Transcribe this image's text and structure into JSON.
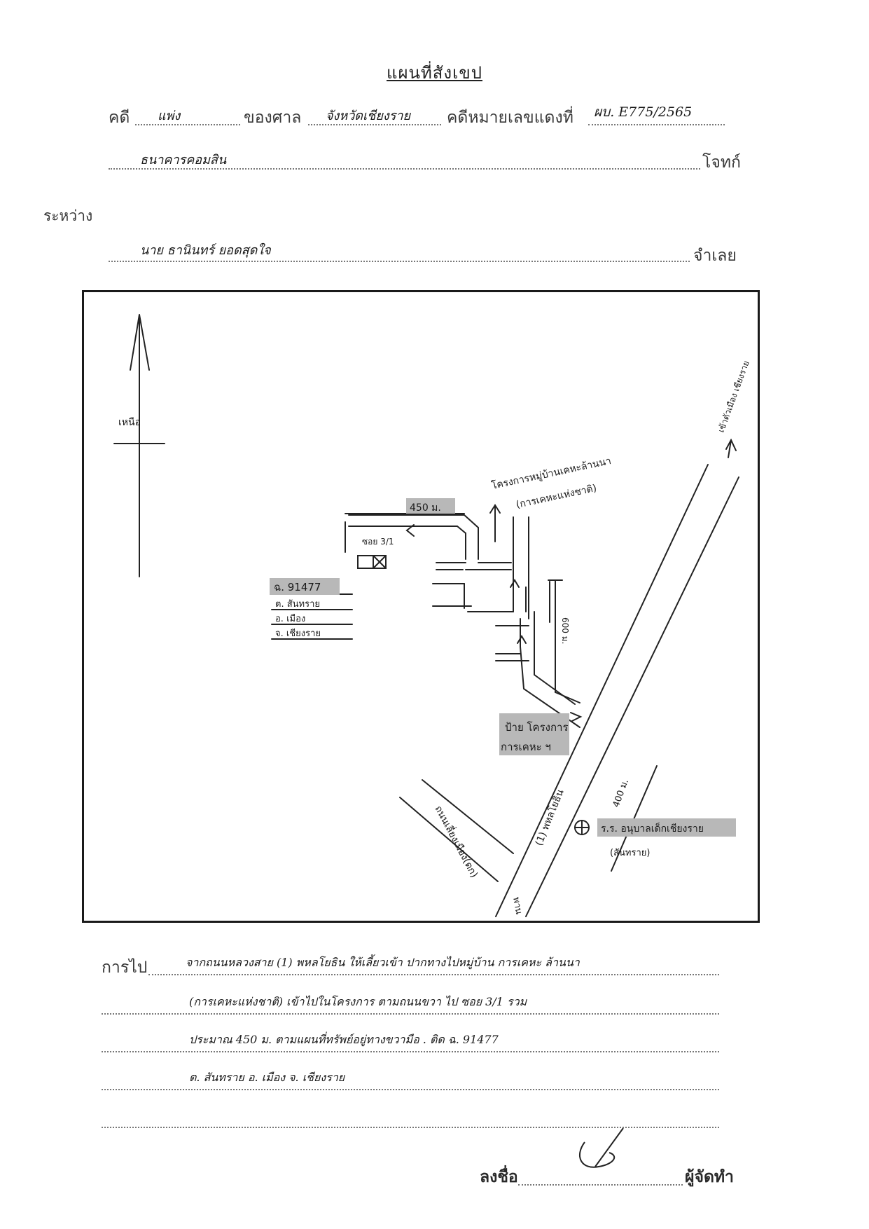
{
  "doc": {
    "title": "แผนที่สังเขป",
    "case_label": "คดี",
    "case_type": "แพ่ง",
    "court_label": "ของศาล",
    "court_name": "จังหวัดเชียงราย",
    "red_case_label": "คดีหมายเลขแดงที่",
    "red_case_number": "ผบ. E775/2565",
    "plaintiff_name": "ธนาคารคอมสิน",
    "plaintiff_label": "โจทก์",
    "between_label": "ระหว่าง",
    "defendant_name": "นาย ธานินทร์ ยอดสุดใจ",
    "defendant_label": "จำเลย"
  },
  "map": {
    "north_label": "เหนือ",
    "to_city_label": "เข้าตัวเมือง เชียงราย",
    "project_label": "โครงการหมู่บ้านเคหะล้านนา",
    "project_sub": "(การเคหะแห่งชาติ)",
    "distance_450": "450 ม.",
    "soi_label": "ซอย 3/1",
    "deed_label": "ฉ. 91477",
    "tambon_label": "ต. สันทราย",
    "amphoe_label": "อ. เมือง",
    "province_label": "จ. เชียงราย",
    "distance_600": "600 ม.",
    "sign_label_1": "ป้าย โครงการ",
    "sign_label_2": "การเคหะ ฯ",
    "distance_400": "400 ม.",
    "school_label": "ร.ร. อนุบาลเด็กเชียงราย",
    "school_sub": "(สันทราย)",
    "road_side_label": "ถนนเลี่ยงเมือง(ตก)",
    "main_road_label": "(1) พหลโยธิน",
    "to_pan_label": "พาน"
  },
  "directions": {
    "label": "การไป",
    "lines": [
      "จากถนนหลวงสาย (1) พหลโยธิน ให้เลี้ยวเข้า ปากทางไปหมู่บ้าน การเคหะ ล้านนา",
      "(การเคหะแห่งชาติ) เข้าไปในโครงการ ตามถนนขวา ไป ซอย 3/1 รวม",
      "ประมาณ 450 ม. ตามแผนที่ทรัพย์อยู่ทางขวามือ . ติด ฉ. 91477",
      "ต. สันทราย อ. เมือง จ. เชียงราย",
      ""
    ]
  },
  "sign": {
    "label": "ลงชื่อ",
    "role_label": "ผู้จัดทำ"
  }
}
